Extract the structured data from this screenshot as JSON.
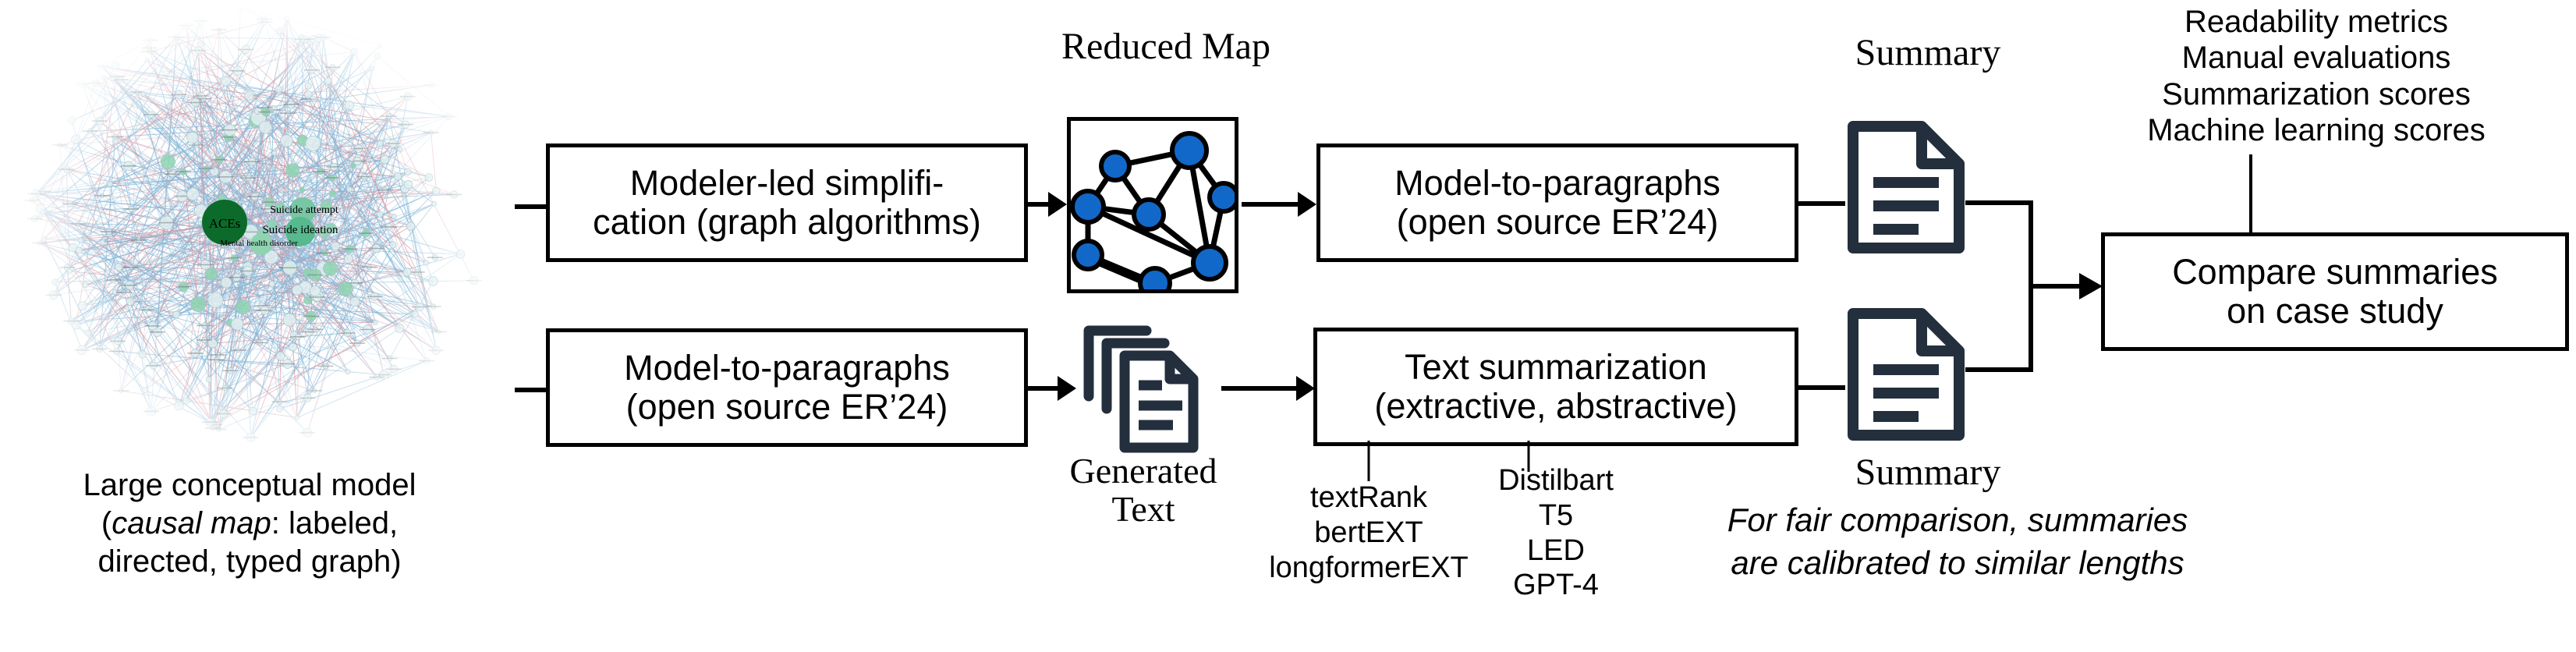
{
  "figure": {
    "source_model": {
      "caption_line1": "Large conceptual model",
      "caption_line2_pre": "(",
      "caption_line2_em": "causal map",
      "caption_line2_post": ": labeled,",
      "caption_line3": "directed, typed graph)",
      "hub_labels": [
        "ACEs",
        "Suicide attempt",
        "Suicide ideation",
        "Mental health disorder"
      ],
      "node_color_hub": "#0c6b2a",
      "node_color_sub": "#8fd3b0",
      "edge_color_a": "#5a9ec9",
      "edge_color_b": "#c9717f"
    },
    "boxes": {
      "simplification": {
        "line1": "Modeler-led simplifi-",
        "line2": "cation (graph algorithms)"
      },
      "model_to_paragraphs_top": {
        "line1": "Model-to-paragraphs",
        "line2": "(open source ER’24)"
      },
      "model_to_paragraphs_bottom": {
        "line1": "Model-to-paragraphs",
        "line2": "(open source ER’24)"
      },
      "text_summarization": {
        "line1": "Text summarization",
        "line2": "(extractive, abstractive)"
      },
      "compare": {
        "line1": "Compare summaries",
        "line2": "on case study"
      }
    },
    "artifacts": {
      "reduced_map_label": "Reduced Map",
      "generated_text_label_line1": "Generated",
      "generated_text_label_line2": "Text",
      "summary_label_top": "Summary",
      "summary_label_bottom": "Summary",
      "doc_icon_color": "#242f3d",
      "reduced_map_node_color": "#1268c8"
    },
    "methods": {
      "extractive": [
        "textRank",
        "bertEXT",
        "longformerEXT"
      ],
      "abstractive": [
        "Distilbart",
        "T5",
        "LED",
        "GPT-4"
      ]
    },
    "evaluation_metrics": [
      "Readability metrics",
      "Manual evaluations",
      "Summarization scores",
      "Machine learning scores"
    ],
    "note": {
      "line1": "For fair comparison, summaries",
      "line2": "are calibrated to similar lengths"
    }
  }
}
